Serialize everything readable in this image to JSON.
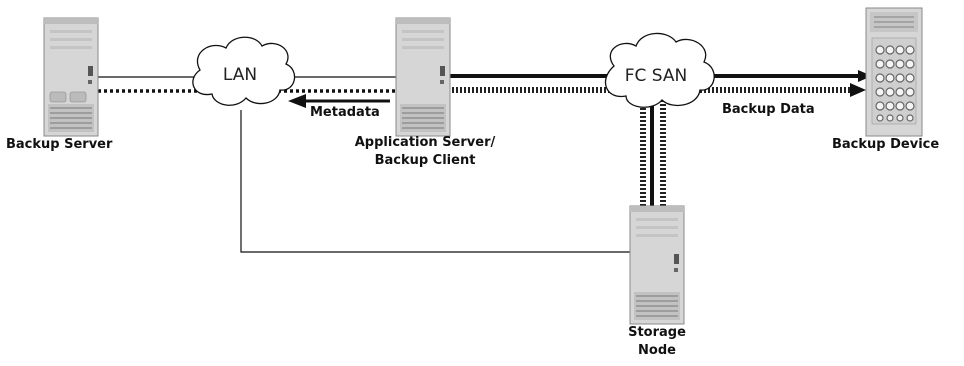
{
  "clouds": {
    "lan": "LAN",
    "san": "FC SAN"
  },
  "nodes": {
    "backup_server": "Backup Server",
    "app_server_line1": "Application Server/",
    "app_server_line2": "Backup Client",
    "backup_device": "Backup Device",
    "storage_node_line1": "Storage",
    "storage_node_line2": "Node"
  },
  "flows": {
    "metadata": "Metadata",
    "backup_data": "Backup Data"
  },
  "colors": {
    "line": "#111111",
    "server_body": "#e2e2e2",
    "server_dark": "#9a9a9a"
  }
}
